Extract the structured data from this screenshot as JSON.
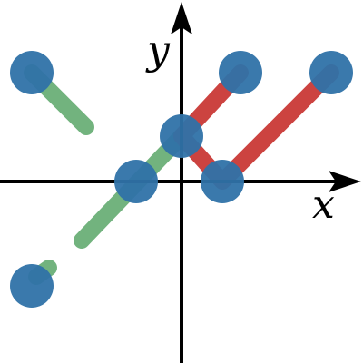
{
  "chart_data": {
    "type": "line",
    "title": "",
    "xlabel": "x",
    "ylabel": "y",
    "xlim": [
      -4,
      4
    ],
    "ylim": [
      -4,
      4
    ],
    "grid": false,
    "legend": "none",
    "series": [
      {
        "color": "#72b37e",
        "points": [
          [
            -3.3,
            2.4
          ],
          [
            -2.1,
            1.2
          ]
        ],
        "point_color": "#2f72a8"
      },
      {
        "color": "#72b37e",
        "points": [
          [
            -2.2,
            -1.3
          ],
          [
            0.0,
            1.0
          ]
        ],
        "point_color": "#2f72a8"
      },
      {
        "color": "#72b37e",
        "points": [
          [
            -3.2,
            -2.1
          ]
        ],
        "point_color": "#2f72a8"
      },
      {
        "color": "#cc4340",
        "points": [
          [
            0.0,
            1.0
          ],
          [
            1.3,
            2.4
          ]
        ],
        "point_color": "#2f72a8"
      },
      {
        "color": "#cc4340",
        "points": [
          [
            0.0,
            1.0
          ],
          [
            0.9,
            0.0
          ],
          [
            3.3,
            2.4
          ]
        ],
        "point_color": "#2f72a8"
      }
    ],
    "points": [
      [
        -3.3,
        2.4
      ],
      [
        1.3,
        2.4
      ],
      [
        3.3,
        2.4
      ],
      [
        0.0,
        1.0
      ],
      [
        -1.0,
        0.0
      ],
      [
        0.9,
        0.0
      ],
      [
        -3.3,
        -2.3
      ]
    ]
  },
  "colors": {
    "axis": "#000000",
    "point": "#2f72a8",
    "green": "#72b37e",
    "red": "#cc4340"
  }
}
